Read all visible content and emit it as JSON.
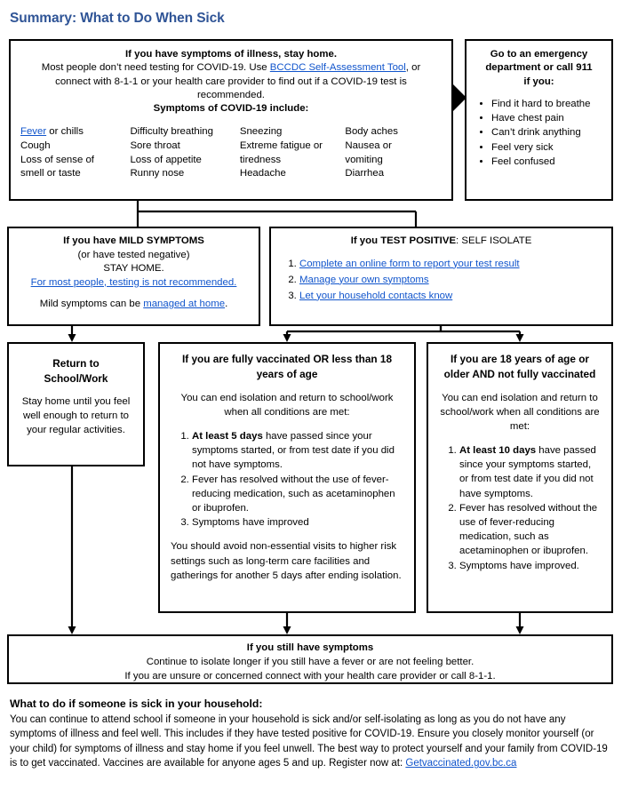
{
  "page": {
    "title": "Summary: What to Do When Sick",
    "title_color": "#2f5496",
    "link_color": "#1155cc"
  },
  "symptoms_box": {
    "heading": "If you have symptoms of illness, stay home.",
    "line2_part1": "Most people don’t need testing for COVID-19. Use ",
    "line2_link": "BCCDC Self-Assessment Tool",
    "line2_part2": ", or",
    "line3": "connect with 8-1-1 or your health care provider to find out if a COVID-19 test is",
    "line4": "recommended.",
    "line5": "Symptoms of COVID-19 include:",
    "columns": [
      {
        "link_first": "Fever",
        "items": [
          "Fever or chills",
          "Cough",
          "Loss of sense of",
          "smell or taste"
        ]
      },
      {
        "items": [
          "Difficulty breathing",
          "Sore throat",
          "Loss of appetite",
          "Runny nose"
        ]
      },
      {
        "items": [
          "Sneezing",
          "Extreme fatigue or",
          "tiredness",
          "Headache"
        ]
      },
      {
        "items": [
          "Body aches",
          "Nausea or",
          "vomiting",
          "Diarrhea"
        ]
      }
    ],
    "col1_first_suffix": " or chills"
  },
  "emergency_box": {
    "heading_line1": "Go to an emergency",
    "heading_line2": "department or call 911",
    "heading_line3": "if you:",
    "items": [
      "Find it hard to breathe",
      "Have chest pain",
      "Can’t drink anything",
      "Feel very sick",
      "Feel confused"
    ]
  },
  "mild_box": {
    "heading": "If you have MILD SYMPTOMS",
    "line2": "(or have tested negative)",
    "line3": "STAY HOME.",
    "link1": "For most people, testing is not recommended.",
    "line5_prefix": "Mild symptoms can be ",
    "line5_link": "managed at home",
    "line5_suffix": "."
  },
  "positive_box": {
    "heading_bold": "If you TEST POSITIVE",
    "heading_rest": ": SELF ISOLATE",
    "items": [
      "Complete an online form to report your test result",
      "Manage your own symptoms",
      "Let your household contacts know"
    ]
  },
  "return_box": {
    "heading_line1": "Return to",
    "heading_line2": "School/Work",
    "body": "Stay home until you feel well enough to return to your regular activities."
  },
  "vaccinated_box": {
    "heading": "If you are fully vaccinated OR less than 18 years of age",
    "subheading": "You can end isolation and return to school/work when all conditions are met:",
    "items": [
      {
        "bold": "At least 5 days",
        "rest": " have passed since your symptoms started, or from test date if you did not have symptoms."
      },
      {
        "bold": "",
        "rest": "Fever has resolved without the use of fever-reducing medication, such as acetaminophen or ibuprofen."
      },
      {
        "bold": "",
        "rest": "Symptoms have improved"
      }
    ],
    "note": "You should avoid non-essential visits to higher risk settings such as long-term care facilities and gatherings for another 5 days after ending isolation."
  },
  "unvaccinated_box": {
    "heading": "If you are 18 years of age or older AND not fully vaccinated",
    "subheading": "You can end isolation and return to school/work when all conditions are met:",
    "items": [
      {
        "bold": "At least 10 days",
        "rest": " have passed since your symptoms started, or from test date if you did not have symptoms."
      },
      {
        "bold": "",
        "rest": "Fever has resolved without the use of fever-reducing medication, such as acetaminophen or ibuprofen."
      },
      {
        "bold": "",
        "rest": "Symptoms have improved."
      }
    ]
  },
  "still_box": {
    "heading": "If you still have symptoms",
    "line2": "Continue to isolate longer if you still have a fever or are not feeling better.",
    "line3": "If you are unsure or concerned connect with your health care provider or call 8-1-1."
  },
  "footer": {
    "heading": "What to do if someone is sick in your household:",
    "body": "You can continue to attend school if someone in your household is sick and/or self-isolating as long as you do not have any symptoms of illness and feel well. This includes if they have tested positive for COVID-19. Ensure you closely monitor yourself (or your child) for symptoms of illness and stay home if you feel unwell. The best way to protect yourself and your family from COVID-19 is to get vaccinated. Vaccines are available for anyone ages 5 and up. Register now at:",
    "link": "Getvaccinated.gov.bc.ca"
  }
}
